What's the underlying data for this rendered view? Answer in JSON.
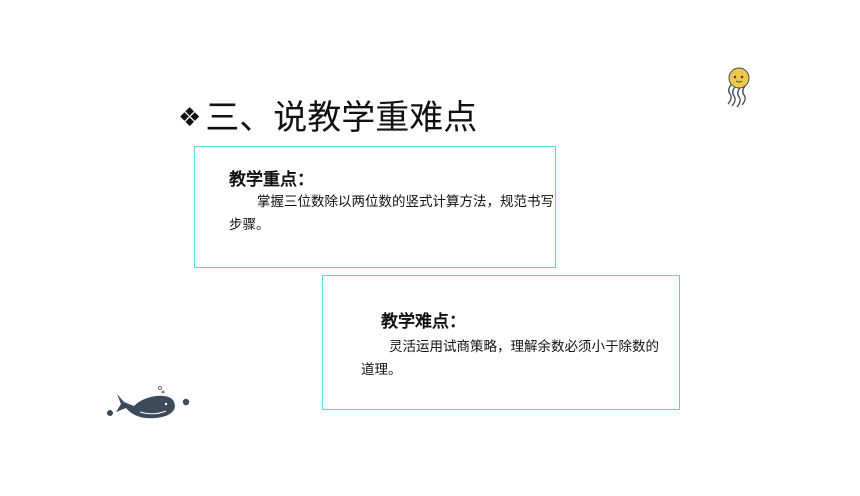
{
  "slide": {
    "title_bullet": "❖",
    "title": "三、说教学重难点",
    "key_point": {
      "heading": "教学重点：",
      "body": "掌握三位数除以两位数的竖式计算方法，规范书写步骤。"
    },
    "difficult_point": {
      "heading": "教学难点：",
      "body": "灵活运用试商策略，理解余数必须小于除数的道理。"
    },
    "decorations": [
      "jellyfish-icon",
      "whale-icon"
    ],
    "colors": {
      "box_border": "#5fd3e6",
      "jellyfish": "#f2c84b",
      "whale": "#3c4a5a"
    }
  }
}
